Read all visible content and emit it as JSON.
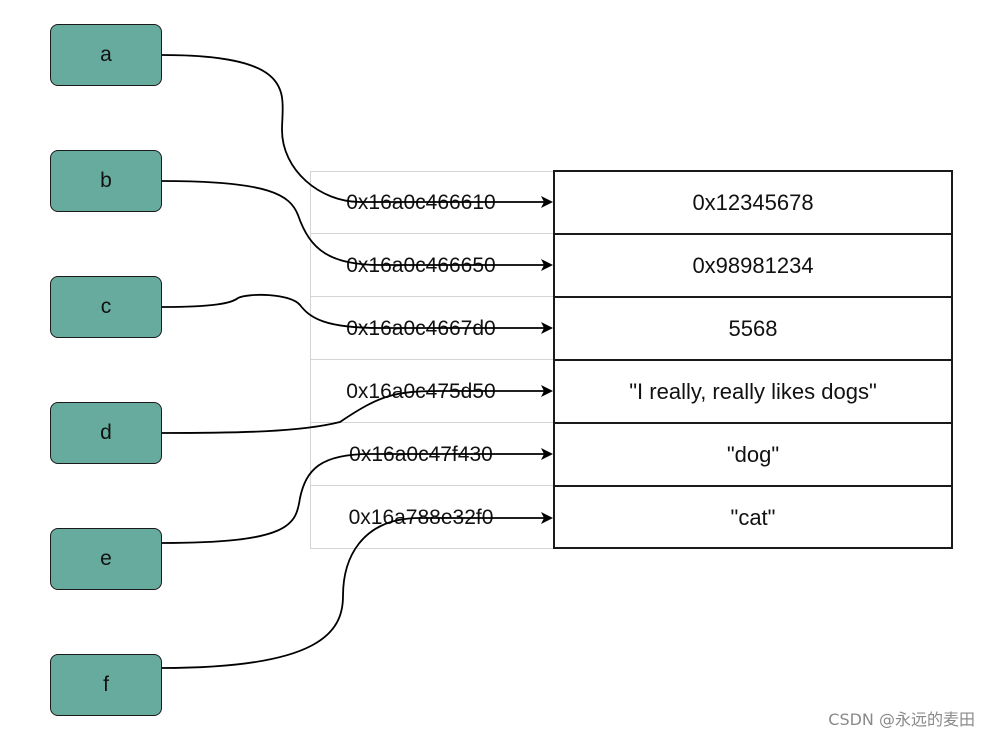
{
  "variables": [
    "a",
    "b",
    "c",
    "d",
    "e",
    "f"
  ],
  "addresses": [
    "0x16a0c466610",
    "0x16a0c466650",
    "0x16a0c4667d0",
    "0x16a0c475d50",
    "0x16a0c47f430",
    "0x16a788e32f0"
  ],
  "values": [
    "0x12345678",
    "0x98981234",
    "5568",
    "\"I really, really likes dogs\"",
    "\"dog\"",
    "\"cat\""
  ],
  "watermark": "CSDN @永远的麦田",
  "colors": {
    "variable_fill": "#67ab9f",
    "border": "#1a1a1a",
    "address_grid": "#d4d4d4"
  }
}
